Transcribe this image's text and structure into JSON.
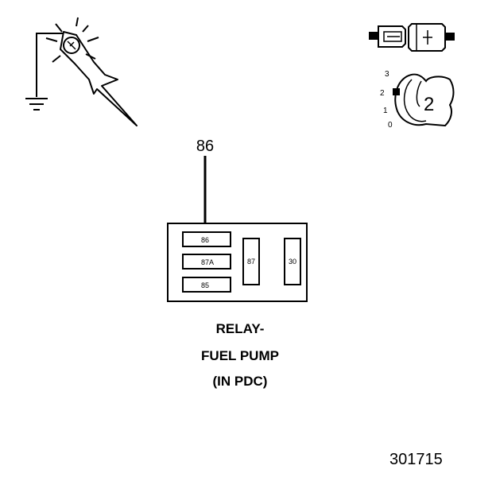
{
  "diagram": {
    "pin_callout": "86",
    "relay_terminals": {
      "t86": "86",
      "t87a": "87A",
      "t85": "85",
      "t87": "87",
      "t30": "30"
    },
    "caption": {
      "line1": "RELAY-",
      "line2": "FUEL PUMP",
      "line3": "(IN PDC)"
    },
    "ignition_switch": {
      "positions": [
        "3",
        "2",
        "1",
        "0"
      ],
      "selected_position": "2",
      "key_label": "2"
    },
    "figure_number": "301715"
  }
}
